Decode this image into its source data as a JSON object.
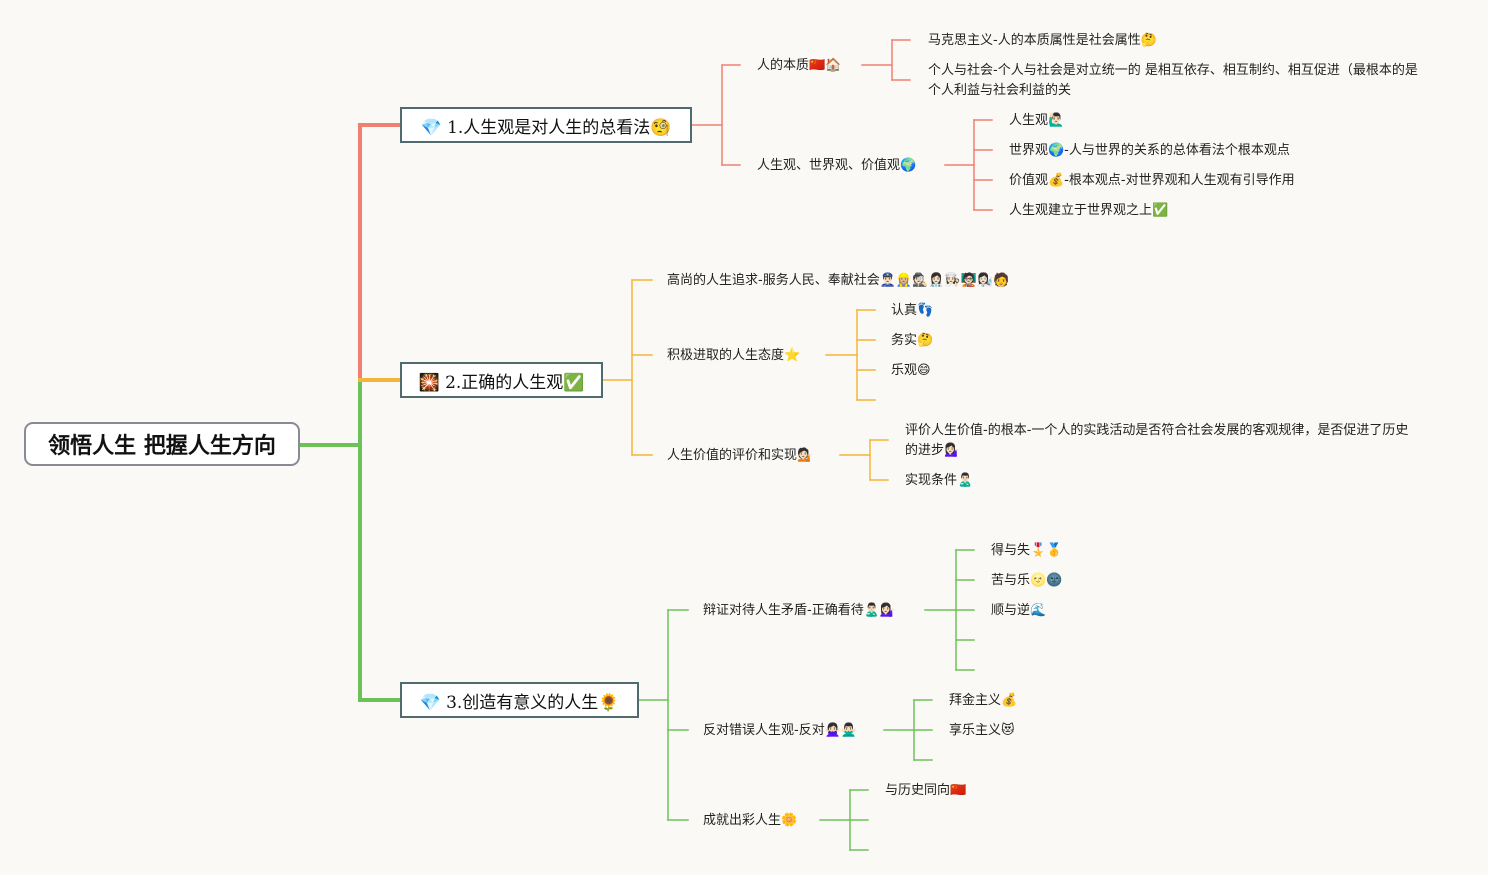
{
  "root": {
    "label": "领悟人生 把握人生方向"
  },
  "colors": {
    "branch1": "#f08072",
    "branch2": "#f5b43c",
    "branch3": "#6cc259",
    "border": "#4f6b6e"
  },
  "branch1": {
    "label": "💎 1.人生观是对人生的总看法🧐",
    "nature": {
      "label": "人的本质🇨🇳🏠",
      "items": [
        "马克思主义-人的本质属性是社会属性🤔",
        "个人与社会-个人与社会是对立统一的 是相互依存、相互制约、相互促进（最根本的是个人利益与社会利益的关"
      ]
    },
    "views": {
      "label": "人生观、世界观、价值观🌍",
      "items": [
        "人生观🙋🏻‍♂️",
        "世界观🌍-人与世界的关系的总体看法个根本观点",
        "价值观💰-根本观点-对世界观和人生观有引导作用",
        "人生观建立于世界观之上✅"
      ]
    }
  },
  "branch2": {
    "label": "🎇 2.正确的人生观✅",
    "pursuit": {
      "label": "高尚的人生追求-服务人民、奉献社会👮🏻‍♂️👷🏼‍♀️🕵🏻👩🏻‍⚕️👩🏻‍🍳🧑🏻‍🏫👩🏻‍🔬🧑"
    },
    "attitude": {
      "label": "积极进取的人生态度⭐",
      "items": [
        "认真👣",
        "务实🤔",
        "乐观😄"
      ]
    },
    "value": {
      "label": "人生价值的评价和实现💁🏻",
      "items": [
        "评价人生价值-的根本-一个人的实践活动是否符合社会发展的客观规律，是否促进了历史的进步💁🏻‍♀️",
        "实现条件🙎🏻‍♂️"
      ]
    }
  },
  "branch3": {
    "label": "💎 3.创造有意义的人生🌻",
    "dialectic": {
      "label": "辩证对待人生矛盾-正确看待🙎🏻‍♂️💁🏻‍♀️",
      "items": [
        "得与失🎖️🥇",
        "苦与乐🌝🌚",
        "顺与逆🌊"
      ]
    },
    "oppose": {
      "label": "反对错误人生观-反对🙅🏻‍♀️🙅🏻‍♂️",
      "items": [
        "拜金主义💰",
        "享乐主义😻"
      ]
    },
    "achieve": {
      "label": "成就出彩人生🌼",
      "items": [
        "与历史同向🇨🇳"
      ]
    }
  }
}
